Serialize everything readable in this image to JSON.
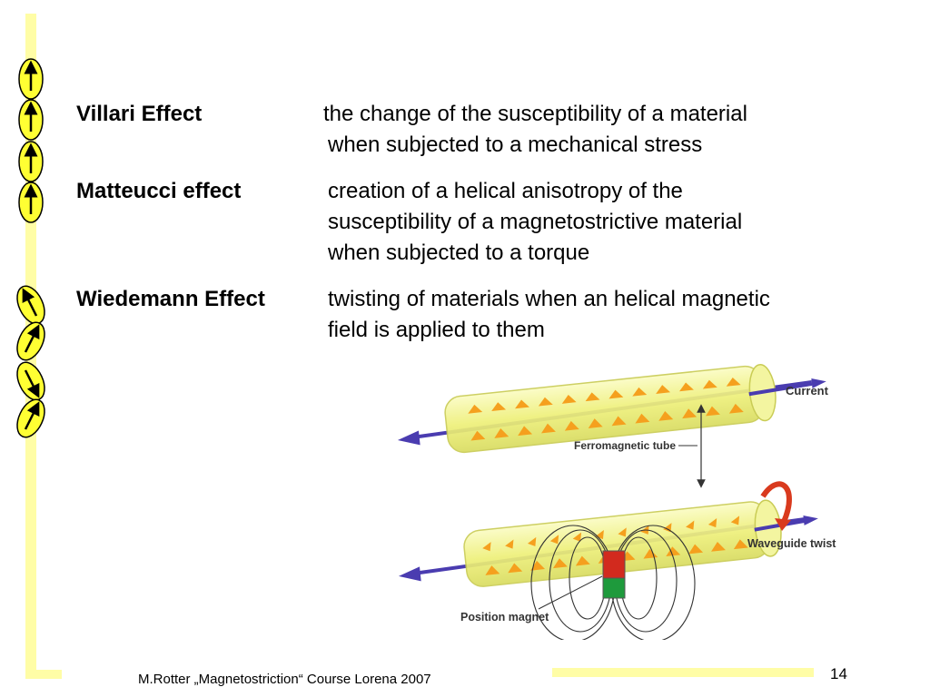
{
  "effects": [
    {
      "term": "Villari Effect",
      "lines": [
        "the change of the susceptibility of a material",
        "when subjected to a mechanical stress"
      ]
    },
    {
      "term": "Matteucci effect",
      "lines": [
        "creation of a helical anisotropy of the",
        "susceptibility of a magnetostrictive material",
        "when subjected to a torque"
      ]
    },
    {
      "term": "Wiedemann Effect",
      "lines": [
        "twisting of materials when an helical magnetic",
        "field is applied to them"
      ]
    }
  ],
  "diagram": {
    "label_current": "Current",
    "label_tube": "Ferromagnetic tube",
    "label_twist": "Waveguide twist",
    "label_magnet": "Position magnet"
  },
  "footer": {
    "credit": "M.Rotter „Magnetostriction“ Course Lorena 2007",
    "page_number": "14"
  },
  "colors": {
    "accent_yellow": "#fffda6",
    "spin_fill": "#ffff33",
    "tube_fill": "#f0f28a",
    "arrow_orange": "#f5a01e",
    "axis_blue": "#4a3cb0"
  }
}
